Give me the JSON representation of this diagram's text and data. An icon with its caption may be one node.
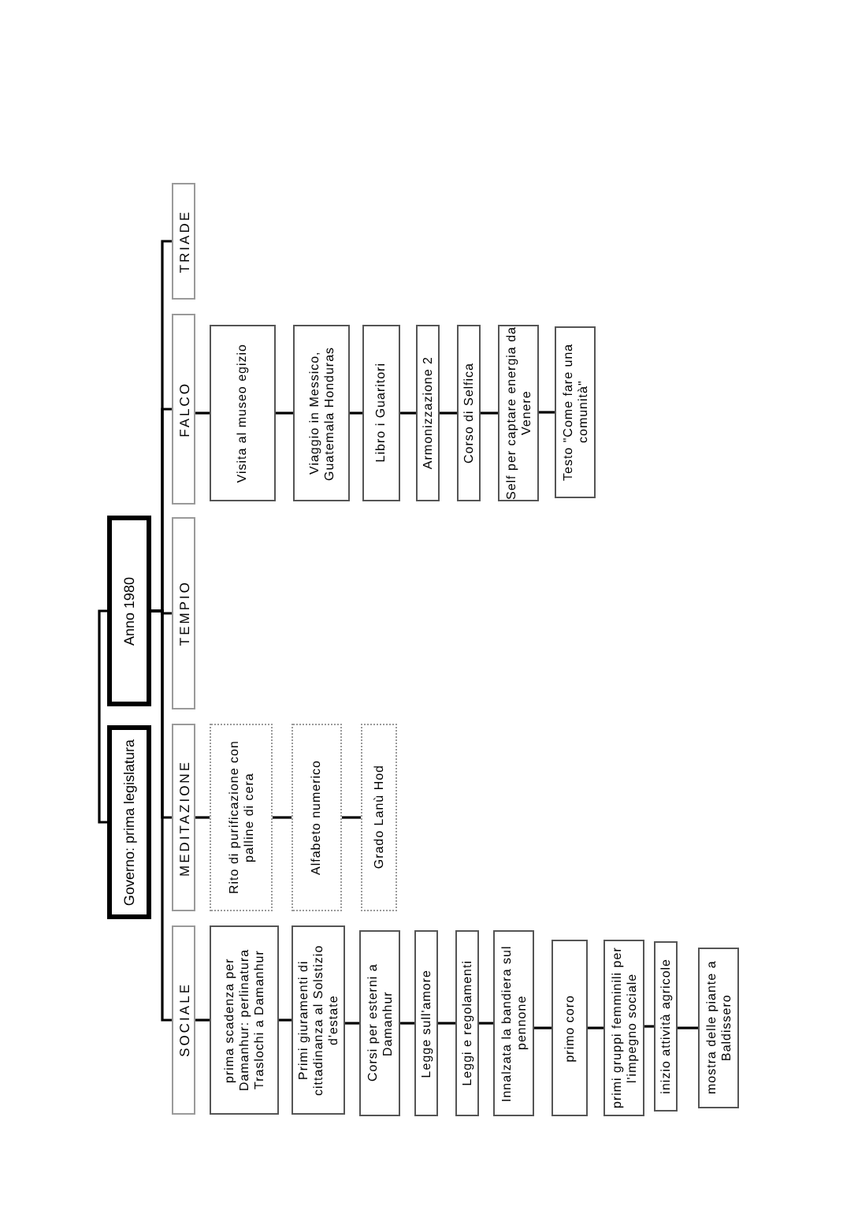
{
  "diagram": {
    "nodes": [
      {
        "text": [
          "Anno 1980"
        ]
      },
      {
        "text": [
          "Governo: prima legislatura"
        ]
      },
      {
        "text": [
          "TRIADE"
        ]
      },
      {
        "text": [
          "FALCO"
        ]
      },
      {
        "text": [
          "TEMPIO"
        ]
      },
      {
        "text": [
          "MEDITAZIONE"
        ]
      },
      {
        "text": [
          "SOCIALE"
        ]
      },
      {
        "text": [
          "Visita al museo egizio"
        ]
      },
      {
        "text": [
          "Viaggio in Messico, Guatemala Honduras"
        ]
      },
      {
        "text": [
          "Libro i Guaritori"
        ]
      },
      {
        "text": [
          "Armonizzazione 2"
        ]
      },
      {
        "text": [
          "Corso di Selfica"
        ]
      },
      {
        "text": [
          "Self per captare energia da Venere"
        ]
      },
      {
        "text": [
          "Testo \"Come fare una comunità\""
        ]
      },
      {
        "text": [
          "Rito di purificazione con palline di cera"
        ]
      },
      {
        "text": [
          "Alfabeto numerico"
        ]
      },
      {
        "text": [
          "Grado Lanù Hod"
        ]
      },
      {
        "text": [
          "prima scadenza per Damanhur: perlinatura Traslochi a Damanhur"
        ]
      },
      {
        "text": [
          "Primi giuramenti di cittadinanza al Solstizio d'estate"
        ]
      },
      {
        "text": [
          "Corsi per esterni a Damanhur"
        ]
      },
      {
        "text": [
          "Legge sull'amore"
        ]
      },
      {
        "text": [
          "Leggi e regolamenti"
        ]
      },
      {
        "text": [
          "Innalzata la bandiera sul pennone"
        ]
      },
      {
        "text": [
          "primo coro"
        ]
      },
      {
        "text": [
          "primi gruppi femminili per l'impegno sociale"
        ]
      },
      {
        "text": [
          "inizio attività agricole"
        ]
      },
      {
        "text": [
          "mostra delle piante a Baldissero"
        ]
      }
    ],
    "edges": [
      {
        "from": 0,
        "to": 1,
        "arrow": "none"
      },
      {
        "from": 0,
        "to": 2,
        "arrow": "none"
      },
      {
        "from": 0,
        "to": 3,
        "arrow": "none"
      },
      {
        "from": 0,
        "to": 4,
        "arrow": "none"
      },
      {
        "from": 0,
        "to": 5,
        "arrow": "none"
      },
      {
        "from": 0,
        "to": 6,
        "arrow": "none"
      },
      {
        "from": 3,
        "to": 7,
        "arrow": "none"
      },
      {
        "from": 7,
        "to": 8,
        "arrow": "none"
      },
      {
        "from": 8,
        "to": 9,
        "arrow": "none"
      },
      {
        "from": 9,
        "to": 10,
        "arrow": "none"
      },
      {
        "from": 10,
        "to": 11,
        "arrow": "none"
      },
      {
        "from": 11,
        "to": 12,
        "arrow": "none"
      },
      {
        "from": 12,
        "to": 13,
        "arrow": "none"
      },
      {
        "from": 5,
        "to": 14,
        "arrow": "none"
      },
      {
        "from": 14,
        "to": 15,
        "arrow": "none"
      },
      {
        "from": 15,
        "to": 16,
        "arrow": "none"
      },
      {
        "from": 6,
        "to": 17,
        "arrow": "none"
      },
      {
        "from": 17,
        "to": 18,
        "arrow": "none"
      },
      {
        "from": 18,
        "to": 19,
        "arrow": "none"
      },
      {
        "from": 19,
        "to": 20,
        "arrow": "none"
      },
      {
        "from": 20,
        "to": 21,
        "arrow": "none"
      },
      {
        "from": 21,
        "to": 22,
        "arrow": "none"
      },
      {
        "from": 22,
        "to": 23,
        "arrow": "none"
      },
      {
        "from": 23,
        "to": 24,
        "arrow": "none"
      },
      {
        "from": 24,
        "to": 25,
        "arrow": "none"
      },
      {
        "from": 25,
        "to": 26,
        "arrow": "none"
      }
    ]
  }
}
